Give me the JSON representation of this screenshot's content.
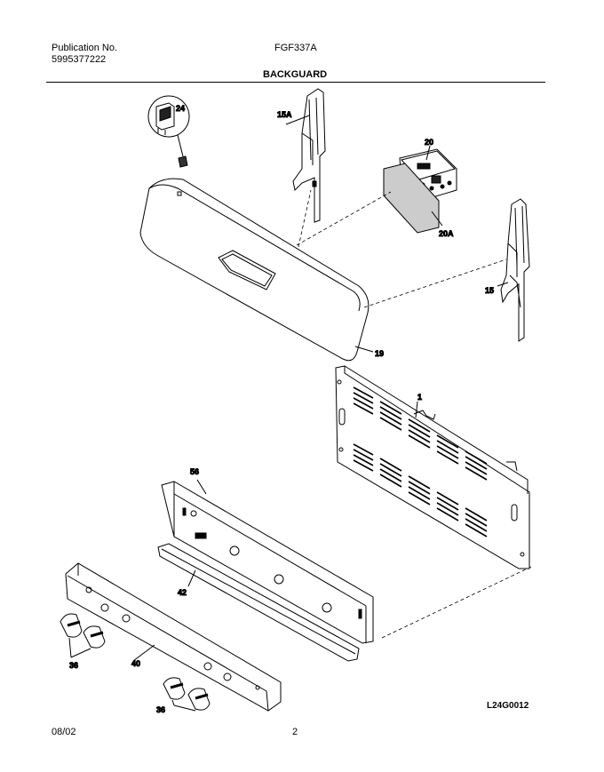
{
  "header": {
    "pub_label": "Publication No.",
    "pub_number": "5995377222",
    "model": "FGF337A",
    "section_title": "BACKGUARD"
  },
  "parts": {
    "p24": "24",
    "p15a": "15A",
    "p20": "20",
    "p20a": "20A",
    "p15": "15",
    "p19": "19",
    "p1": "1",
    "p56": "56",
    "p42": "42",
    "p40": "40",
    "p36a": "36",
    "p36b": "36"
  },
  "footer": {
    "date": "08/02",
    "page": "2",
    "drawing_code": "L24G0012"
  }
}
